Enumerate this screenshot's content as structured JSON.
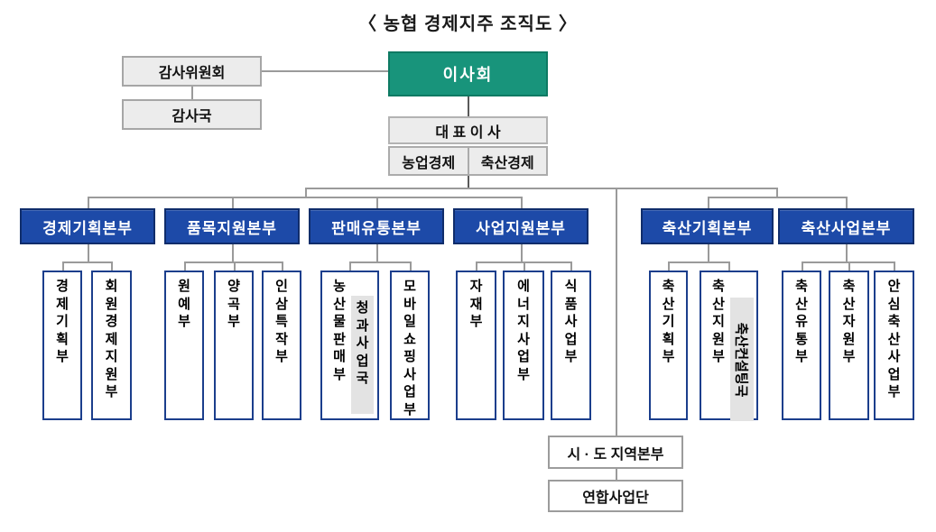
{
  "title": "〈 농협 경제지주 조직도 〉",
  "top": {
    "board": "이사회",
    "audit_committee": "감사위원회",
    "audit_bureau": "감사국",
    "ceo": "대 표 이 사",
    "split_left": "농업경제",
    "split_right": "축산경제"
  },
  "divisions": [
    {
      "label": "경제기획본부",
      "departments": [
        {
          "name": "경제기획부"
        },
        {
          "name": "회원경제지원부"
        }
      ]
    },
    {
      "label": "품목지원본부",
      "departments": [
        {
          "name": "원예부"
        },
        {
          "name": "양곡부"
        },
        {
          "name": "인삼특작부"
        }
      ]
    },
    {
      "label": "판매유통본부",
      "departments": [
        {
          "name": "농산물판매부",
          "subunit": "청과사업국"
        },
        {
          "name": "모바일쇼핑사업부"
        }
      ]
    },
    {
      "label": "사업지원본부",
      "departments": [
        {
          "name": "자재부"
        },
        {
          "name": "에너지사업부"
        },
        {
          "name": "식품사업부"
        }
      ]
    },
    {
      "label": "축산기획본부",
      "departments": [
        {
          "name": "축산기획부"
        },
        {
          "name": "축산지원부",
          "subunit": "축산컨설팅국"
        }
      ]
    },
    {
      "label": "축산사업본부",
      "departments": [
        {
          "name": "축산유통부"
        },
        {
          "name": "축산자원부"
        },
        {
          "name": "안심축산사업부"
        }
      ]
    }
  ],
  "bottom": {
    "regional_hq": "시 · 도 지역본부",
    "union_business": "연합사업단"
  },
  "colors": {
    "board_green": "#18947B",
    "board_green_border": "#0E7A63",
    "division_blue": "#1D4AA8",
    "division_border": "#102D6B",
    "dept_border": "#1B3E8C",
    "gray_fill": "#ECECEC",
    "gray_border": "#A6A6A6",
    "subunit_fill": "#E3E3E3",
    "line_gray": "#9A9A9A"
  }
}
